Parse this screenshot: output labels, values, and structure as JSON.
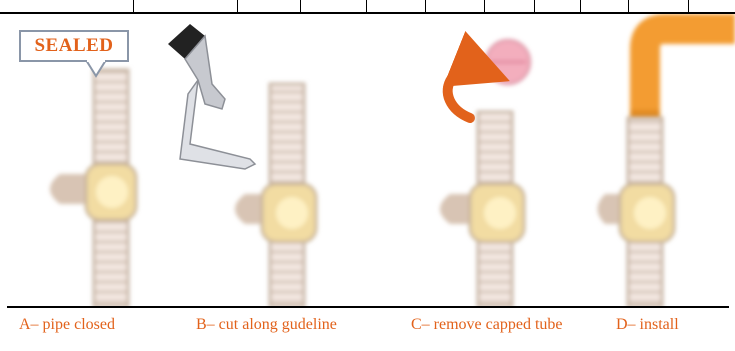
{
  "label_sealed": "SEALED",
  "captions": {
    "a": "A– pipe closed",
    "b": "B– cut along gudeline",
    "c": "C– remove capped tube",
    "d": "D– install"
  },
  "colors": {
    "caption": "#e2621b",
    "pipe": "#d9c9b8",
    "pipe_edge": "#c8b6a5",
    "fitting": "#f2dca2",
    "fitting_glow": "#f7e6b0",
    "arrow": "#e2621b",
    "cap": "#f3aebd",
    "elbow": "#f39c30",
    "tool_grip": "#222222",
    "tool_metal": "#c7c9cf"
  },
  "icons": [
    "cutter-tool-icon",
    "rotate-arrow-icon",
    "cap-icon",
    "elbow-pipe-icon"
  ]
}
